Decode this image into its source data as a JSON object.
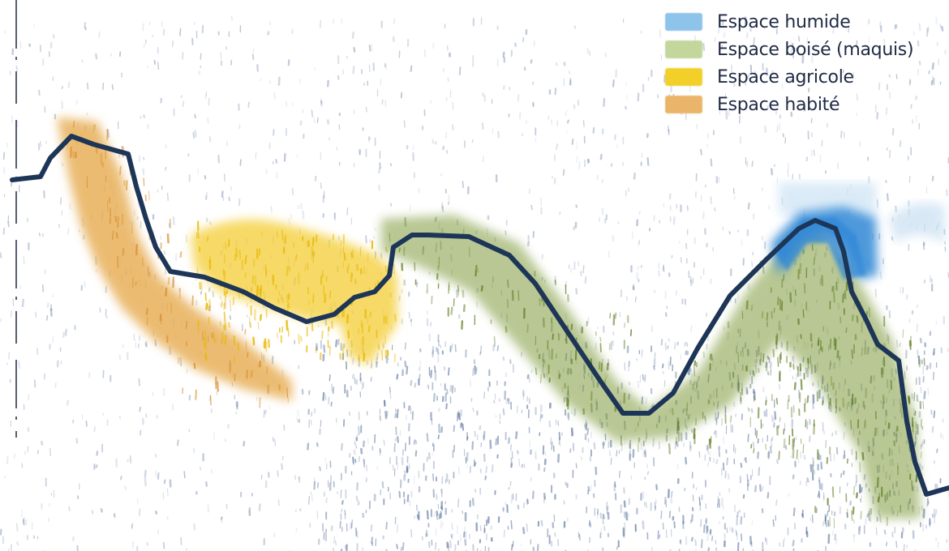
{
  "legend": {
    "items": [
      {
        "label": "Espace humide",
        "color": "#8ec3ea",
        "icon": "wet-zone-swatch"
      },
      {
        "label": "Espace boisé (maquis)",
        "color": "#b7cf8e",
        "icon": "wooded-zone-swatch"
      },
      {
        "label": "Espace agricole",
        "color": "#f3cf2a",
        "icon": "agricultural-zone-swatch"
      },
      {
        "label": "Espace habité",
        "color": "#eab46a",
        "icon": "inhabited-zone-swatch"
      }
    ]
  },
  "colors": {
    "profile_line": "#1d3557",
    "ground_texture": "#3c5a8c",
    "wooded_dark": "#5d7a1f",
    "wet_blue": "#2f86d6"
  }
}
